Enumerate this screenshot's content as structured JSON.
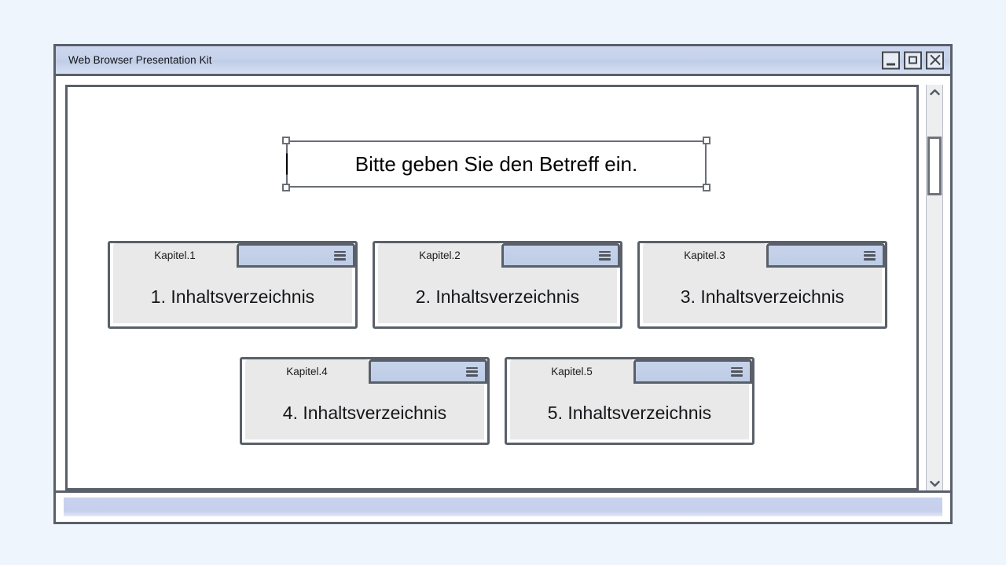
{
  "window": {
    "title": "Web Browser Presentation Kit",
    "controls": [
      {
        "name": "minimize-button",
        "label": "Minimize"
      },
      {
        "name": "maximize-button",
        "label": "Maximize"
      },
      {
        "name": "close-button",
        "label": "Close"
      }
    ]
  },
  "slide": {
    "title_box": {
      "text": "Bitte geben Sie den Betreff ein.",
      "selected": true,
      "caret_visible": true
    },
    "cards": [
      {
        "tab_label": "Kapitel.1",
        "body_text": "1. Inhaltsverzeichnis",
        "menu_icon": "hamburger-icon"
      },
      {
        "tab_label": "Kapitel.2",
        "body_text": "2. Inhaltsverzeichnis",
        "menu_icon": "hamburger-icon"
      },
      {
        "tab_label": "Kapitel.3",
        "body_text": "3. Inhaltsverzeichnis",
        "menu_icon": "hamburger-icon"
      },
      {
        "tab_label": "Kapitel.4",
        "body_text": "4. Inhaltsverzeichnis",
        "menu_icon": "hamburger-icon"
      },
      {
        "tab_label": "Kapitel.5",
        "body_text": "5. Inhaltsverzeichnis",
        "menu_icon": "hamburger-icon"
      }
    ]
  },
  "scrollbar": {
    "up_arrow_icon": "chevron-up-icon",
    "down_arrow_icon": "chevron-down-icon",
    "orientation": "vertical"
  },
  "statusbar": {
    "text": ""
  },
  "colors": {
    "page_background": "#eff5fd",
    "titlebar_blue": "#c6d2ea",
    "frame_border": "#5a6069",
    "card_header_blue": "#c2cfe8",
    "card_body_gray": "#e9e9e9",
    "statusbar_blue": "#c6d0ed"
  }
}
